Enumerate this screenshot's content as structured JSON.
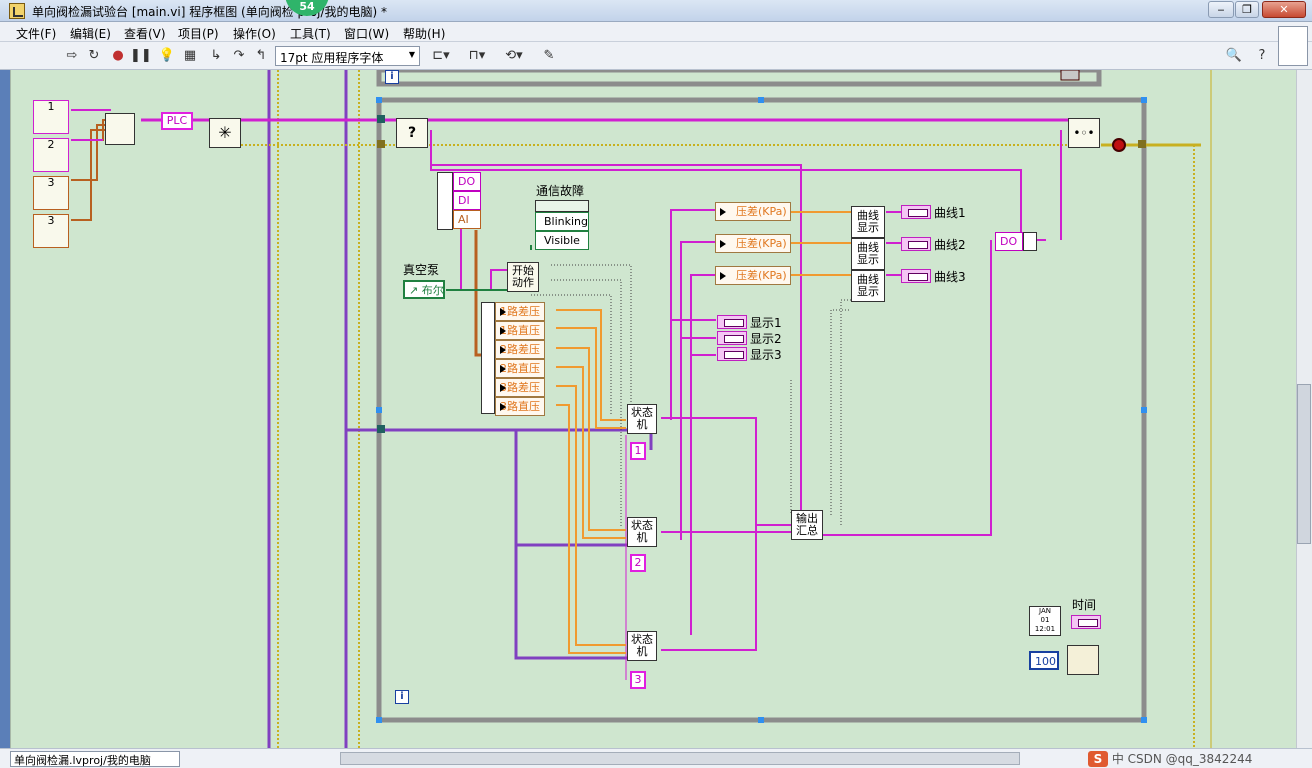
{
  "window": {
    "title": "单向阀检漏试验台 [main.vi] 程序框图 (单向阀检        proj/我的电脑) *",
    "badge": "54",
    "minimize": "‒",
    "maximize": "❐",
    "close": "✕"
  },
  "menu": [
    "文件(F)",
    "编辑(E)",
    "查看(V)",
    "项目(P)",
    "操作(O)",
    "工具(T)",
    "窗口(W)",
    "帮助(H)"
  ],
  "toolbar": {
    "font_select": "17pt 应用程序字体",
    "icons": [
      "run-arrow-icon",
      "run-continuous-icon",
      "abort-icon",
      "pause-icon",
      "highlight-bulb-icon",
      "retain-wire-icon",
      "step-into-icon",
      "step-over-icon",
      "step-out-icon",
      "align-icon",
      "distribute-icon",
      "reorder-icon",
      "cleanup-icon",
      "search-icon",
      "help-icon"
    ]
  },
  "diagram": {
    "plc_label": "PLC",
    "port_labels": [
      "1",
      "2",
      "3",
      "3"
    ],
    "case_selector": "?",
    "cluster_items": [
      "DO",
      "DI",
      "AI"
    ],
    "comm_fault_label": "通信故障",
    "property_items": [
      "Blinking",
      "Visible"
    ],
    "start_action": "开始\n动作",
    "vacuum_pump_label": "真空泵",
    "bool_const": "布尔",
    "unbundle_items": [
      "1路差压",
      "1路直压",
      "2路差压",
      "2路直压",
      "3路差压",
      "3路直压"
    ],
    "pressure_items": [
      "压差(KPa)",
      "压差(KPa)",
      "压差(KPa)"
    ],
    "curve_blocks": [
      "曲线\n显示",
      "曲线\n显示",
      "曲线\n显示"
    ],
    "curve_labels": [
      "曲线1",
      "曲线2",
      "曲线3"
    ],
    "display_labels": [
      "显示1",
      "显示2",
      "显示3"
    ],
    "do_label": "DO",
    "state_machines": [
      "状态\n机",
      "状态\n机",
      "状态\n机"
    ],
    "state_consts": [
      "1",
      "2",
      "3"
    ],
    "output_summary": "输出\n汇总",
    "time_label": "时间",
    "wait_const": "100",
    "info_label": "i"
  },
  "statusbar": {
    "project_path": "单向阀检漏.lvproj/我的电脑",
    "ime_text": "中 CSDN @qq_3842244"
  },
  "colors": {
    "diagram_bg": "#cfe6cf",
    "wire_pink": "#d020d0",
    "wire_orange": "#f09a30",
    "wire_purple": "#8040c0",
    "wire_yellow": "#c8b020",
    "wire_green": "#208040"
  }
}
